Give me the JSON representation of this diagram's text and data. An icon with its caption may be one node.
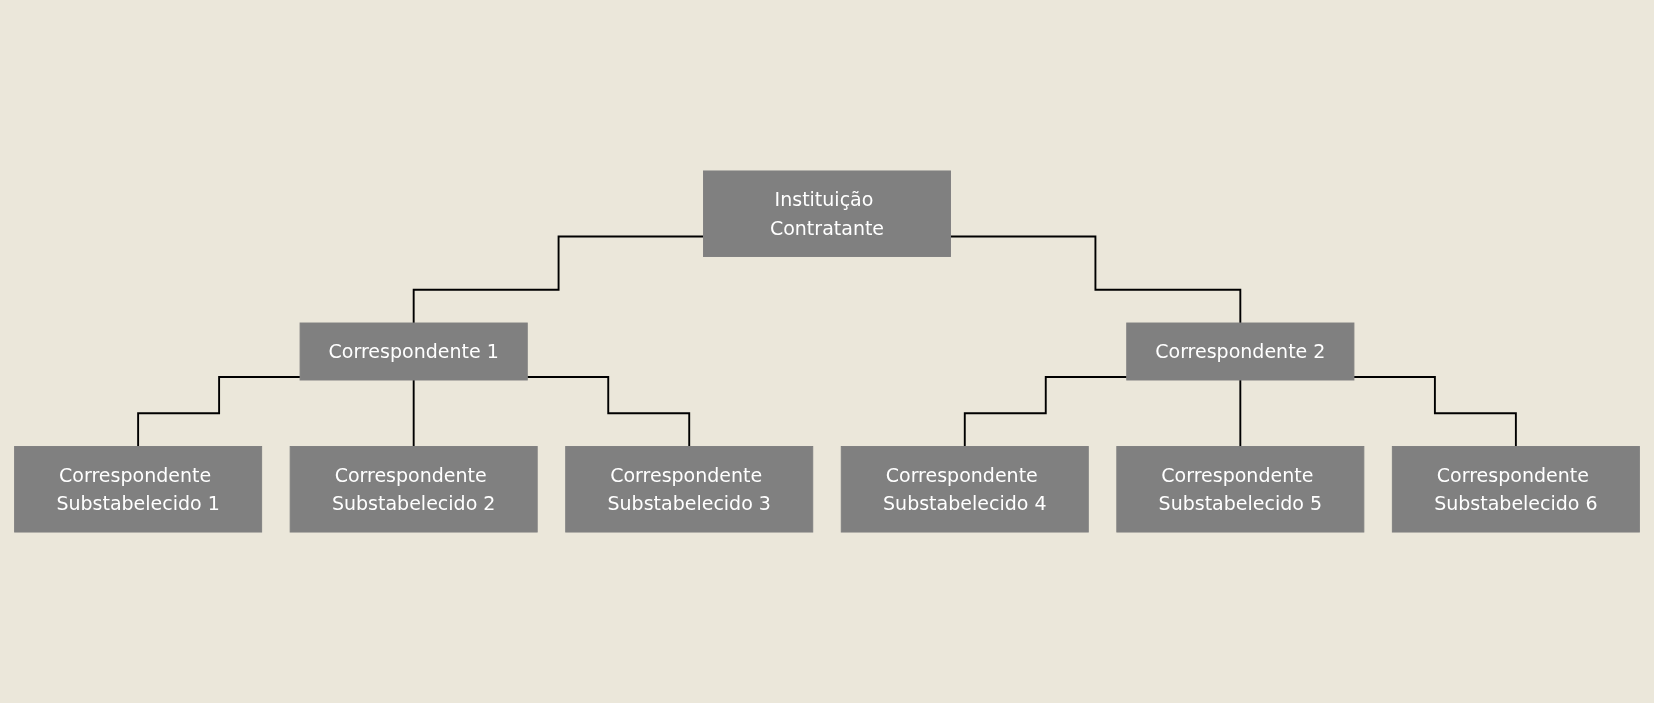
{
  "diagram": {
    "nodes": [
      {
        "text": [
          "Instituição Contratante"
        ]
      },
      {
        "text": [
          "Correspondente 1"
        ]
      },
      {
        "text": [
          "Correspondente 2"
        ]
      },
      {
        "text": [
          "Correspondente Substabelecido 1"
        ]
      },
      {
        "text": [
          "Correspondente Substabelecido 2"
        ]
      },
      {
        "text": [
          "Correspondente Substabelecido 3"
        ]
      },
      {
        "text": [
          "Correspondente Substabelecido 4"
        ]
      },
      {
        "text": [
          "Correspondente Substabelecido 5"
        ]
      },
      {
        "text": [
          "Correspondente Substabelecido 6"
        ]
      }
    ],
    "edges": [
      {
        "from": 0,
        "to": 1,
        "arrow": "none"
      },
      {
        "from": 0,
        "to": 2,
        "arrow": "none"
      },
      {
        "from": 1,
        "to": 3,
        "arrow": "none"
      },
      {
        "from": 1,
        "to": 4,
        "arrow": "none"
      },
      {
        "from": 1,
        "to": 5,
        "arrow": "none"
      },
      {
        "from": 2,
        "to": 6,
        "arrow": "none"
      },
      {
        "from": 2,
        "to": 7,
        "arrow": "none"
      },
      {
        "from": 2,
        "to": 8,
        "arrow": "none"
      }
    ]
  }
}
